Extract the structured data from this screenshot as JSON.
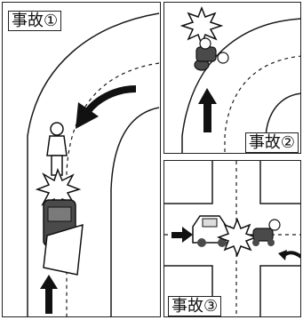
{
  "panels": [
    {
      "label": "事故①"
    },
    {
      "label": "事故②"
    },
    {
      "label": "事故③"
    }
  ],
  "colors": {
    "line": "#1a1a1a",
    "fill": "#ffffff",
    "shade": "#4a4a4a"
  }
}
